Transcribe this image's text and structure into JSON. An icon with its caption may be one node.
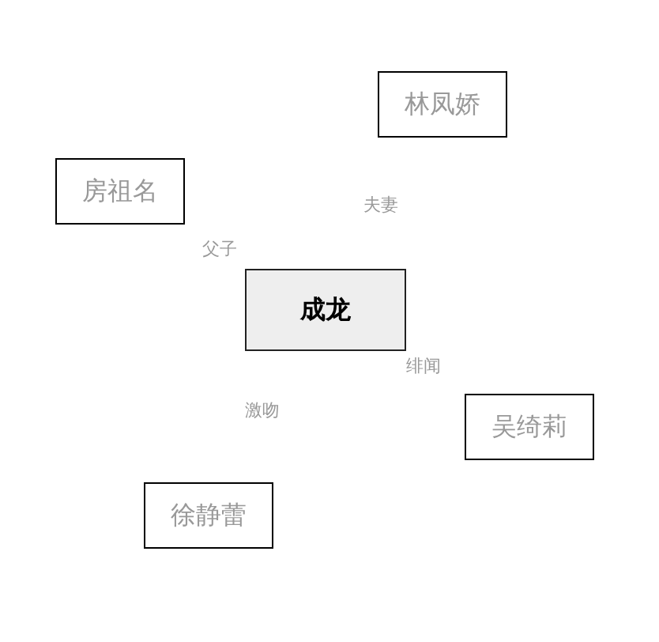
{
  "diagram": {
    "nodes": [
      {
        "text": [
          "林凤娇"
        ]
      },
      {
        "text": [
          "房祖名"
        ]
      },
      {
        "text": [
          "成龙"
        ]
      },
      {
        "text": [
          "吴绮莉"
        ]
      },
      {
        "text": [
          "徐静蕾"
        ]
      }
    ],
    "labels": [
      "夫妻",
      "父子",
      "绯闻",
      "激吻"
    ]
  }
}
